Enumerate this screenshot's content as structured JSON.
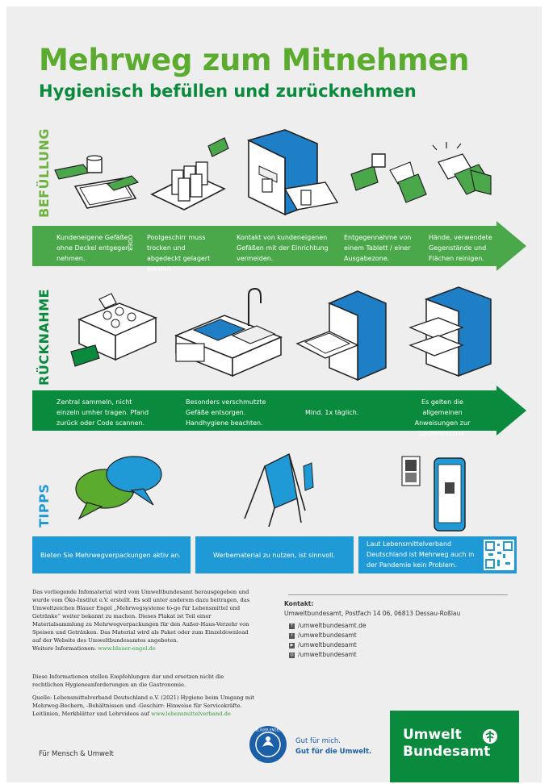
{
  "header": {
    "title": "Mehrweg zum Mitnehmen",
    "subtitle": "Hygienisch befüllen und zurücknehmen"
  },
  "sections": {
    "befuellung": {
      "label": "BEFÜLLUNG",
      "oder": "ODER",
      "steps": [
        {
          "text": "Kundeneigene Gefäße ohne Deckel entgegen nehmen."
        },
        {
          "text": "Poolgeschirr muss trocken und abgedeckt gelagert werden."
        },
        {
          "text": "Kontakt von kundeneigenen Gefäßen mit der Einrichtung vermeiden."
        },
        {
          "text": "Entgegennahme von einem Tablett / einer Ausgabezone."
        },
        {
          "text": "Hände, verwendete Gegenstände und Flächen reinigen."
        }
      ]
    },
    "ruecknahme": {
      "label": "RÜCKNAHME",
      "steps": [
        {
          "text": "Zentral sammeln, nicht einzeln umher tragen. Pfand zurück oder Code scannen."
        },
        {
          "text": "Besonders verschmutzte Gefäße entsorgen. Handhygiene beachten."
        },
        {
          "text": "Mind. 1x täglich."
        },
        {
          "text": "Es gelten die allgemeinen Anweisungen zur Spülmaschine."
        }
      ]
    },
    "tipps": {
      "label": "TIPPS",
      "items": [
        {
          "text": "Bieten Sie Mehrwegverpackungen aktiv an."
        },
        {
          "text": "Werbematerial zu nutzen, ist sinnvoll."
        },
        {
          "text": "Laut Lebensmittelverband Deutschland ist Mehrweg auch in der Pandemie kein Problem."
        }
      ]
    }
  },
  "info": {
    "paragraph1": "Das vorliegende Infomaterial wird vom Umweltbundesamt herausgegeben und wurde vom Öko-Institut e.V. erstellt. Es soll unter anderem dazu beitragen, das Umweltzeichen Blauer Engel „Mehrwegsysteme to-go für Lebensmittel und Getränke“ weiter bekannt zu machen. Dieses Plakat ist Teil einer Materialsammlung zu Mehrwegverpackungen für den Außer-Haus-Verzehr von Speisen und Getränken. Das Material wird als Paket oder zum Einzeldownload auf der Website des Umweltbundesamtes angeboten.",
    "further_label": "Weitere Informationen:",
    "further_link": "www.blauer-engel.de",
    "paragraph2": "Diese Informationen stellen Empfehlungen dar und ersetzen nicht die rechtlichen Hygieneanforderungen an die Gastronomie.",
    "source": "Quelle: Lebensmittelverband Deutschland e.V. (2021) Hygiene beim Umgang mit Mehrweg-Bechern, -Behältnissen und -Geschirr: Hinweise für Servicekräfte. Leitlinien, Merkblätter und Lehrvideos auf",
    "source_link": "www.lebensmittelverband.de"
  },
  "contact": {
    "label": "Kontakt:",
    "address": "Umweltbundesamt, Postfach 14 06, 06813 Dessau-Roßlau",
    "social": [
      {
        "icon": "facebook-icon",
        "text": "/umweltbundesamt.de"
      },
      {
        "icon": "twitter-icon",
        "text": "/umweltbundesamt"
      },
      {
        "icon": "youtube-icon",
        "text": "/umweltbundesamt"
      },
      {
        "icon": "instagram-icon",
        "text": "/umweltbundesamt"
      }
    ]
  },
  "footer": {
    "slogan": "Für Mensch & Umwelt",
    "blauer_engel_line1": "Gut für mich.",
    "blauer_engel_line2": "Gut für die Umwelt.",
    "blauer_engel_seal": "BLAUER ENGEL",
    "uba_line1": "Umwelt",
    "uba_line2": "Bundesamt"
  },
  "colors": {
    "title_green": "#5aab2e",
    "dark_green": "#0a8a3c",
    "light_green": "#5aab2e",
    "blue": "#1f9ad6",
    "background": "#eeeeee"
  }
}
